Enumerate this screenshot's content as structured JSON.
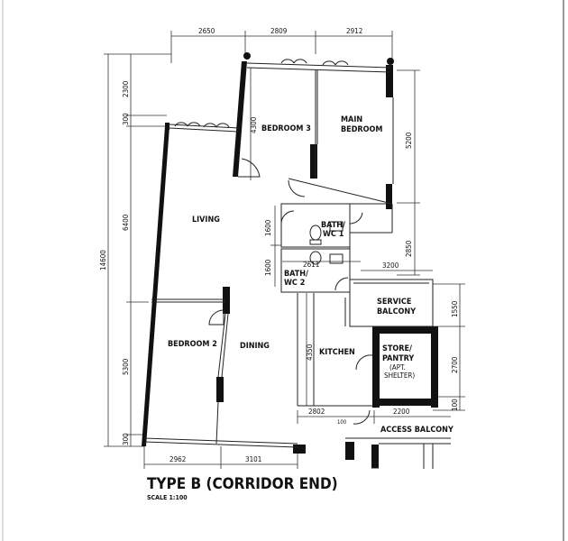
{
  "rooms": {
    "bedroom3": "BEDROOM 3",
    "main_bedroom_1": "MAIN",
    "main_bedroom_2": "BEDROOM",
    "living": "LIVING",
    "bath1_1": "BATH/",
    "bath1_2": "WC 1",
    "bath2_1": "BATH/",
    "bath2_2": "WC 2",
    "service_1": "SERVICE",
    "service_2": "BALCONY",
    "bedroom2": "BEDROOM 2",
    "dining": "DINING",
    "kitchen": "KITCHEN",
    "store_1": "STORE/",
    "store_2": "PANTRY",
    "store_3": "(APT.",
    "store_4": "SHELTER)",
    "access": "ACCESS BALCONY"
  },
  "dimensions": {
    "top_1": "2650",
    "top_2": "2809",
    "top_3": "2912",
    "left_total": "14600",
    "left_1": "2300",
    "left_2": "300",
    "left_3": "6400",
    "left_4": "5300",
    "left_5": "300",
    "inner_4300": "4300",
    "inner_1600a": "1600",
    "inner_1600b": "1600",
    "inner_4350": "4350",
    "inner_2611": "2611",
    "inner_3200": "3200",
    "inner_2802": "2802",
    "inner_2200": "2200",
    "inner_100": "100",
    "right_5200": "5200",
    "right_2850": "2850",
    "right_1550": "1550",
    "right_2700": "2700",
    "right_100": "100",
    "bottom_1": "2962",
    "bottom_2": "3101"
  },
  "title": "TYPE B (CORRIDOR END)",
  "scale": "SCALE 1:100"
}
